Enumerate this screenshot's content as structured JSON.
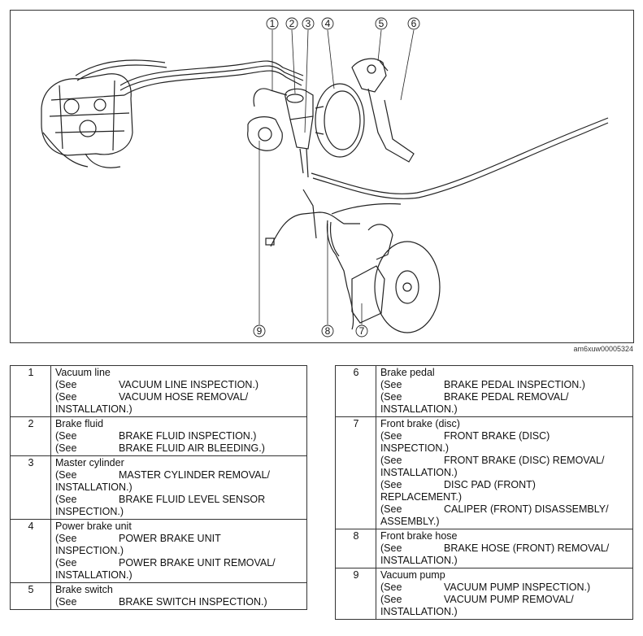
{
  "diagram": {
    "image_code": "am6xuw00005324",
    "callouts": [
      "1",
      "2",
      "3",
      "4",
      "5",
      "6",
      "7",
      "8",
      "9"
    ]
  },
  "parts_left": [
    {
      "num": "1",
      "title": "Vacuum line",
      "refs": [
        {
          "see": "(See",
          "text": "VACUUM LINE INSPECTION.)",
          "cont": ""
        },
        {
          "see": "(See",
          "text": "VACUUM HOSE REMOVAL/",
          "cont": "INSTALLATION.)"
        }
      ]
    },
    {
      "num": "2",
      "title": "Brake fluid",
      "refs": [
        {
          "see": "(See",
          "text": "BRAKE FLUID INSPECTION.)",
          "cont": ""
        },
        {
          "see": "(See",
          "text": "BRAKE FLUID AIR BLEEDING.)",
          "cont": ""
        }
      ]
    },
    {
      "num": "3",
      "title": "Master cylinder",
      "refs": [
        {
          "see": "(See",
          "text": "MASTER CYLINDER REMOVAL/",
          "cont": "INSTALLATION.)"
        },
        {
          "see": "(See",
          "text": "BRAKE FLUID LEVEL SENSOR",
          "cont": "INSPECTION.)"
        }
      ]
    },
    {
      "num": "4",
      "title": "Power brake unit",
      "refs": [
        {
          "see": "(See",
          "text": "POWER BRAKE UNIT",
          "cont": "INSPECTION.)"
        },
        {
          "see": "(See",
          "text": "POWER BRAKE UNIT REMOVAL/",
          "cont": "INSTALLATION.)"
        }
      ]
    },
    {
      "num": "5",
      "title": "Brake switch",
      "refs": [
        {
          "see": "(See",
          "text": "BRAKE SWITCH INSPECTION.)",
          "cont": ""
        }
      ]
    }
  ],
  "parts_right": [
    {
      "num": "6",
      "title": "Brake pedal",
      "refs": [
        {
          "see": "(See",
          "text": "BRAKE PEDAL INSPECTION.)",
          "cont": ""
        },
        {
          "see": "(See",
          "text": "BRAKE PEDAL REMOVAL/",
          "cont": "INSTALLATION.)"
        }
      ]
    },
    {
      "num": "7",
      "title": "Front brake (disc)",
      "refs": [
        {
          "see": "(See",
          "text": "FRONT BRAKE (DISC)",
          "cont": "INSPECTION.)"
        },
        {
          "see": "(See",
          "text": "FRONT BRAKE (DISC) REMOVAL/",
          "cont": "INSTALLATION.)"
        },
        {
          "see": "(See",
          "text": "DISC PAD (FRONT)",
          "cont": "REPLACEMENT.)"
        },
        {
          "see": "(See",
          "text": "CALIPER (FRONT) DISASSEMBLY/",
          "cont": "ASSEMBLY.)"
        }
      ]
    },
    {
      "num": "8",
      "title": "Front brake hose",
      "refs": [
        {
          "see": "(See",
          "text": "BRAKE HOSE (FRONT) REMOVAL/",
          "cont": "INSTALLATION.)"
        }
      ]
    },
    {
      "num": "9",
      "title": "Vacuum pump",
      "refs": [
        {
          "see": "(See",
          "text": "VACUUM PUMP INSPECTION.)",
          "cont": ""
        },
        {
          "see": "(See",
          "text": "VACUUM PUMP REMOVAL/",
          "cont": "INSTALLATION.)"
        }
      ]
    }
  ]
}
